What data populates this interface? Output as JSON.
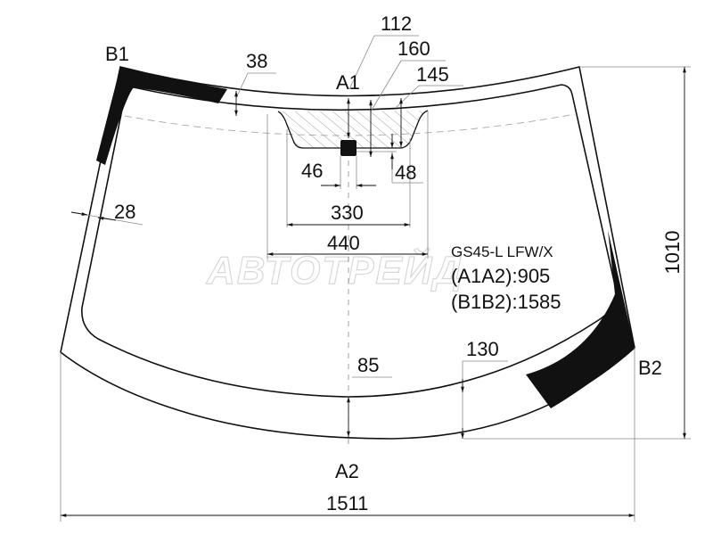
{
  "diagram": {
    "part_code": "GS45-L LFW/X",
    "a1a2": "(A1A2):905",
    "b1b2": "(B1B2):1585",
    "watermark": "АВТОТРЕЙД",
    "points": {
      "a1": "A1",
      "a2": "A2",
      "b1": "B1",
      "b2": "B2"
    },
    "dimensions": {
      "d112": "112",
      "d160": "160",
      "d145": "145",
      "d38": "38",
      "d46": "46",
      "d48": "48",
      "d28": "28",
      "d330": "330",
      "d440": "440",
      "d1010": "1010",
      "d85": "85",
      "d130": "130",
      "d1511": "1511"
    },
    "colors": {
      "print": "#111111",
      "hatch": "#888888"
    }
  }
}
